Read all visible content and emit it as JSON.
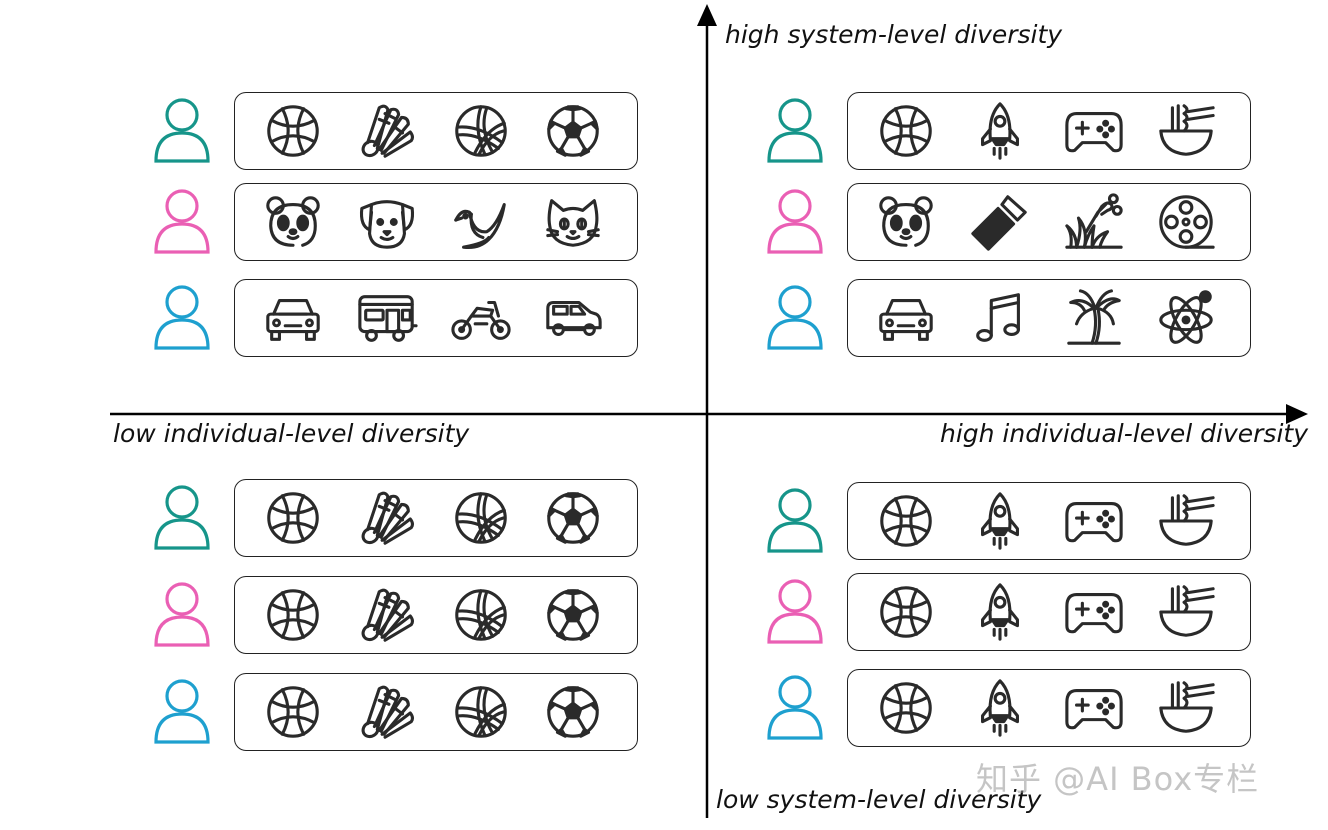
{
  "axes": {
    "top": "high system-level diversity",
    "bottom": "low system-level diversity",
    "left": "low individual-level diversity",
    "right": "high individual-level diversity"
  },
  "colors": {
    "teal": "#16958a",
    "pink": "#ea5fb4",
    "blue": "#1ea0cf",
    "icon": "#2a2a2a"
  },
  "quadrants": [
    {
      "id": "top-left",
      "rows": [
        {
          "person": "teal",
          "items": [
            "basketball-icon",
            "badminton-shuttlecock-icon",
            "volleyball-icon",
            "soccer-ball-icon"
          ]
        },
        {
          "person": "pink",
          "items": [
            "panda-icon",
            "dog-icon",
            "bird-icon",
            "cat-icon"
          ]
        },
        {
          "person": "blue",
          "items": [
            "car-icon",
            "camper-van-icon",
            "motorcycle-icon",
            "suv-icon"
          ]
        }
      ]
    },
    {
      "id": "top-right",
      "rows": [
        {
          "person": "teal",
          "items": [
            "basketball-icon",
            "rocket-icon",
            "gamepad-icon",
            "noodle-bowl-icon"
          ]
        },
        {
          "person": "pink",
          "items": [
            "panda-icon",
            "lipstick-icon",
            "grass-scissors-icon",
            "film-reel-icon"
          ]
        },
        {
          "person": "blue",
          "items": [
            "car-icon",
            "music-note-icon",
            "palm-tree-icon",
            "atom-icon"
          ]
        }
      ]
    },
    {
      "id": "bottom-left",
      "rows": [
        {
          "person": "teal",
          "items": [
            "basketball-icon",
            "badminton-shuttlecock-icon",
            "volleyball-icon",
            "soccer-ball-icon"
          ]
        },
        {
          "person": "pink",
          "items": [
            "basketball-icon",
            "badminton-shuttlecock-icon",
            "volleyball-icon",
            "soccer-ball-icon"
          ]
        },
        {
          "person": "blue",
          "items": [
            "basketball-icon",
            "badminton-shuttlecock-icon",
            "volleyball-icon",
            "soccer-ball-icon"
          ]
        }
      ]
    },
    {
      "id": "bottom-right",
      "rows": [
        {
          "person": "teal",
          "items": [
            "basketball-icon",
            "rocket-icon",
            "gamepad-icon",
            "noodle-bowl-icon"
          ]
        },
        {
          "person": "pink",
          "items": [
            "basketball-icon",
            "rocket-icon",
            "gamepad-icon",
            "noodle-bowl-icon"
          ]
        },
        {
          "person": "blue",
          "items": [
            "basketball-icon",
            "rocket-icon",
            "gamepad-icon",
            "noodle-bowl-icon"
          ]
        }
      ]
    }
  ],
  "watermark": "知乎 @AI Box专栏"
}
